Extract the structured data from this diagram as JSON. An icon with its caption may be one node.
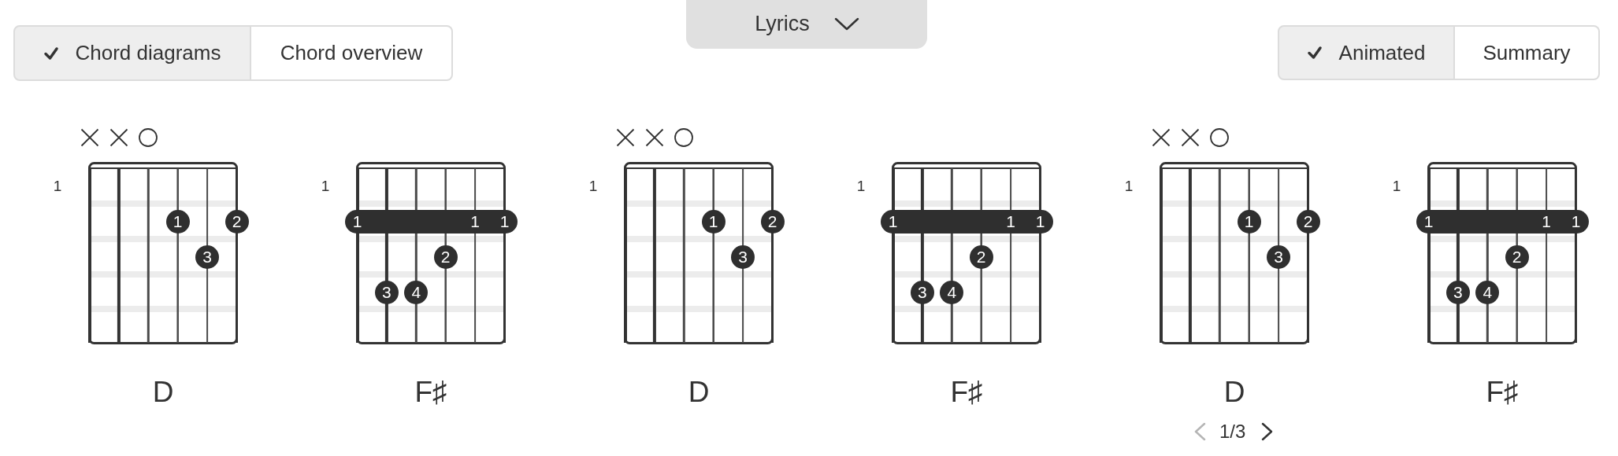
{
  "diagram": {
    "nodes": [
      {
        "text": [
          "Chord diagrams"
        ]
      },
      {
        "text": [
          "Chord overview"
        ]
      },
      {
        "text": [
          "Lyrics"
        ]
      },
      {
        "text": [
          "Animated"
        ]
      },
      {
        "text": [
          "Summary"
        ]
      },
      {
        "text": [],
        "shape": "grid",
        "beside": [
          "1",
          "D"
        ]
      },
      {
        "text": [
          "1"
        ],
        "in": 5
      },
      {
        "text": [
          "2"
        ],
        "in": 5
      },
      {
        "text": [
          "3"
        ],
        "in": 5
      },
      {
        "text": [],
        "shape": "grid",
        "beside": [
          "1",
          "F♯"
        ]
      },
      {
        "text": [
          "1",
          "1",
          "1"
        ],
        "in": 9
      },
      {
        "text": [
          "2"
        ],
        "in": 9
      },
      {
        "text": [
          "3"
        ],
        "in": 9
      },
      {
        "text": [
          "4"
        ],
        "in": 9
      },
      {
        "text": [],
        "shape": "grid",
        "beside": [
          "1",
          "D"
        ]
      },
      {
        "text": [
          "1"
        ],
        "in": 14
      },
      {
        "text": [
          "2"
        ],
        "in": 14
      },
      {
        "text": [
          "3"
        ],
        "in": 14
      },
      {
        "text": [],
        "shape": "grid",
        "beside": [
          "1",
          "F♯"
        ]
      },
      {
        "text": [
          "1",
          "1",
          "1"
        ],
        "in": 18
      },
      {
        "text": [
          "2"
        ],
        "in": 18
      },
      {
        "text": [
          "3"
        ],
        "in": 18
      },
      {
        "text": [
          "4"
        ],
        "in": 18
      },
      {
        "text": [],
        "shape": "grid",
        "beside": [
          "1",
          "D"
        ]
      },
      {
        "text": [
          "1"
        ],
        "in": 23
      },
      {
        "text": [
          "2"
        ],
        "in": 23
      },
      {
        "text": [
          "3"
        ],
        "in": 23
      },
      {
        "text": [],
        "shape": "grid",
        "beside": [
          "1",
          "F♯"
        ]
      },
      {
        "text": [
          "1",
          "1",
          "1"
        ],
        "in": 27
      },
      {
        "text": [
          "2"
        ],
        "in": 27
      },
      {
        "text": [
          "3"
        ],
        "in": 27
      },
      {
        "text": [
          "4"
        ],
        "in": 27
      }
    ],
    "labels": [
      "1/3"
    ]
  }
}
